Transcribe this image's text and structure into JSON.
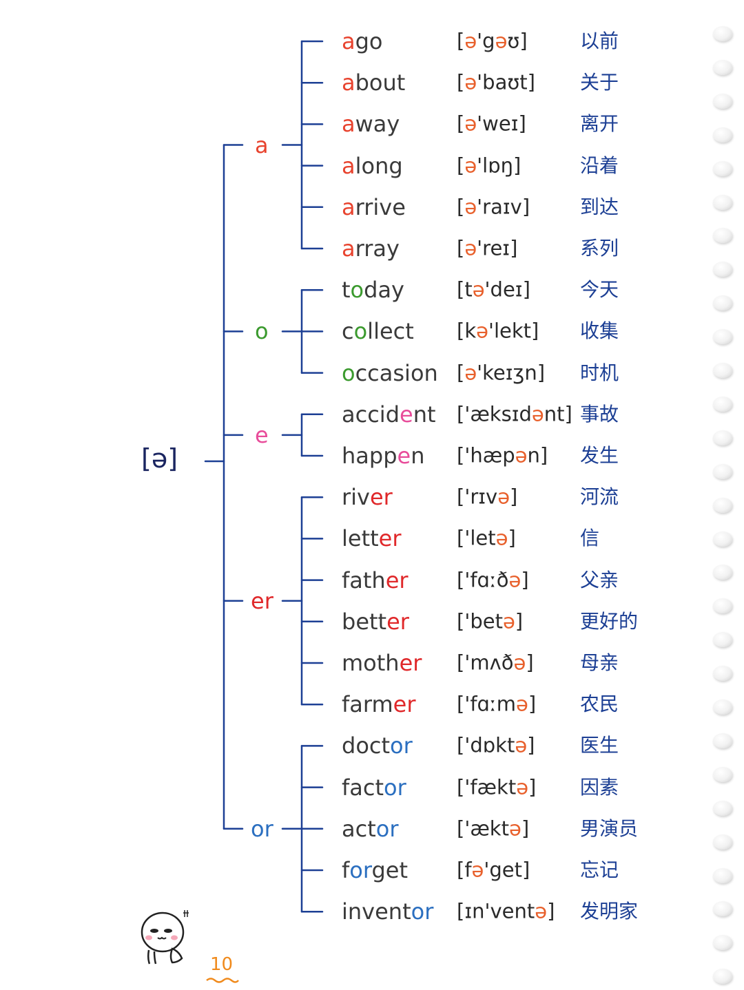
{
  "root_ipa": "[ə]",
  "page_number": "10",
  "colors": {
    "line": "#1c3f94",
    "a": "#e8432e",
    "o": "#3b9a2e",
    "e": "#e84c9a",
    "er": "#e0282a",
    "or": "#2b6fc0",
    "schwa": "#e8602c",
    "chinese": "#1c3f94"
  },
  "groups": [
    {
      "label": "a",
      "color_key": "a",
      "words": [
        {
          "w": "ago",
          "hl": [
            [
              0,
              1
            ]
          ],
          "ipa": "[ə'gəʊ]",
          "cn": "以前"
        },
        {
          "w": "about",
          "hl": [
            [
              0,
              1
            ]
          ],
          "ipa": "[ə'baʊt]",
          "cn": "关于"
        },
        {
          "w": "away",
          "hl": [
            [
              0,
              1
            ]
          ],
          "ipa": "[ə'weɪ]",
          "cn": "离开"
        },
        {
          "w": "along",
          "hl": [
            [
              0,
              1
            ]
          ],
          "ipa": "[ə'lɒŋ]",
          "cn": "沿着"
        },
        {
          "w": "arrive",
          "hl": [
            [
              0,
              1
            ]
          ],
          "ipa": "[ə'raɪv]",
          "cn": "到达"
        },
        {
          "w": "array",
          "hl": [
            [
              0,
              1
            ]
          ],
          "ipa": "[ə'reɪ]",
          "cn": "系列"
        }
      ]
    },
    {
      "label": "o",
      "color_key": "o",
      "words": [
        {
          "w": "today",
          "hl": [
            [
              1,
              2
            ]
          ],
          "ipa": "[tə'deɪ]",
          "cn": "今天"
        },
        {
          "w": "collect",
          "hl": [
            [
              1,
              2
            ]
          ],
          "ipa": "[kə'lekt]",
          "cn": "收集"
        },
        {
          "w": "occasion",
          "hl": [
            [
              0,
              1
            ]
          ],
          "ipa": "[ə'keɪʒn]",
          "cn": "时机"
        }
      ]
    },
    {
      "label": "e",
      "color_key": "e",
      "words": [
        {
          "w": "accident",
          "hl": [
            [
              5,
              6
            ]
          ],
          "ipa": "['æksɪdənt]",
          "cn": "事故"
        },
        {
          "w": "happen",
          "hl": [
            [
              4,
              5
            ]
          ],
          "ipa": "['hæpən]",
          "cn": "发生"
        }
      ]
    },
    {
      "label": "er",
      "color_key": "er",
      "words": [
        {
          "w": "river",
          "hl": [
            [
              3,
              5
            ]
          ],
          "ipa": "['rɪvə]",
          "cn": "河流"
        },
        {
          "w": "letter",
          "hl": [
            [
              4,
              6
            ]
          ],
          "ipa": "['letə]",
          "cn": "信"
        },
        {
          "w": "father",
          "hl": [
            [
              4,
              6
            ]
          ],
          "ipa": "['fɑːðə]",
          "cn": "父亲"
        },
        {
          "w": "better",
          "hl": [
            [
              4,
              6
            ]
          ],
          "ipa": "['betə]",
          "cn": "更好的"
        },
        {
          "w": "mother",
          "hl": [
            [
              4,
              6
            ]
          ],
          "ipa": "['mʌðə]",
          "cn": "母亲"
        },
        {
          "w": "farmer",
          "hl": [
            [
              4,
              6
            ]
          ],
          "ipa": "['fɑːmə]",
          "cn": "农民"
        }
      ]
    },
    {
      "label": "or",
      "color_key": "or",
      "words": [
        {
          "w": "doctor",
          "hl": [
            [
              4,
              6
            ]
          ],
          "ipa": "['dɒktə]",
          "cn": "医生"
        },
        {
          "w": "factor",
          "hl": [
            [
              4,
              6
            ]
          ],
          "ipa": "['fæktə]",
          "cn": "因素"
        },
        {
          "w": "actor",
          "hl": [
            [
              3,
              5
            ]
          ],
          "ipa": "['æktə]",
          "cn": "男演员"
        },
        {
          "w": "forget",
          "hl": [
            [
              1,
              3
            ]
          ],
          "ipa": "[fə'get]",
          "cn": "忘记"
        },
        {
          "w": "inventor",
          "hl": [
            [
              6,
              8
            ]
          ],
          "ipa": "[ɪn'ventə]",
          "cn": "发明家"
        }
      ]
    }
  ]
}
